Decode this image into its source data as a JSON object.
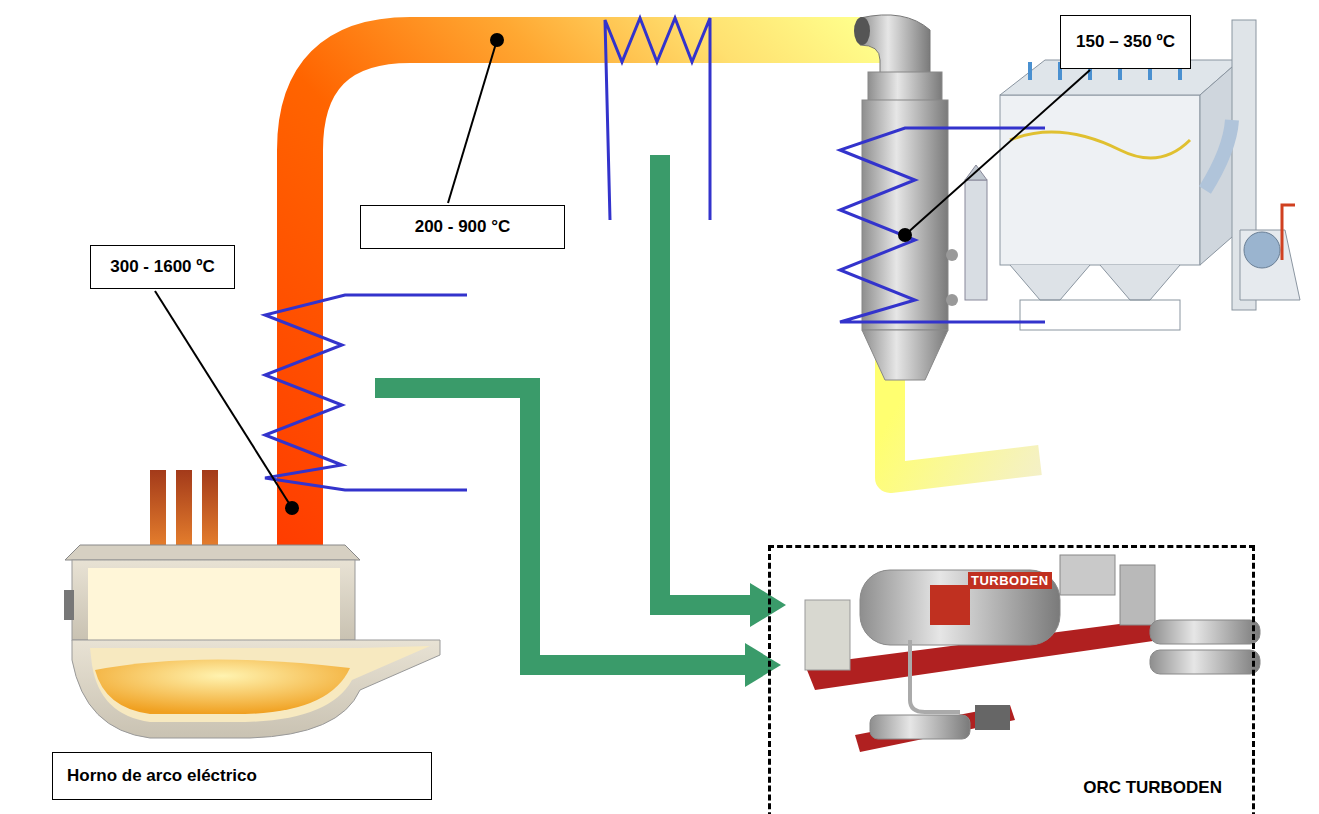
{
  "diagram": {
    "nodes": [
      {
        "text": [
          "300 - 1600 ºC"
        ]
      },
      {
        "text": [
          "200 - 900 °C"
        ]
      },
      {
        "text": [
          "150 – 350 ºC"
        ]
      },
      {
        "text": [
          "Horno de arco eléctrico"
        ]
      },
      {
        "text": [
          "ORC TURBODEN"
        ]
      }
    ],
    "labels": [
      "TURBODEN"
    ]
  }
}
